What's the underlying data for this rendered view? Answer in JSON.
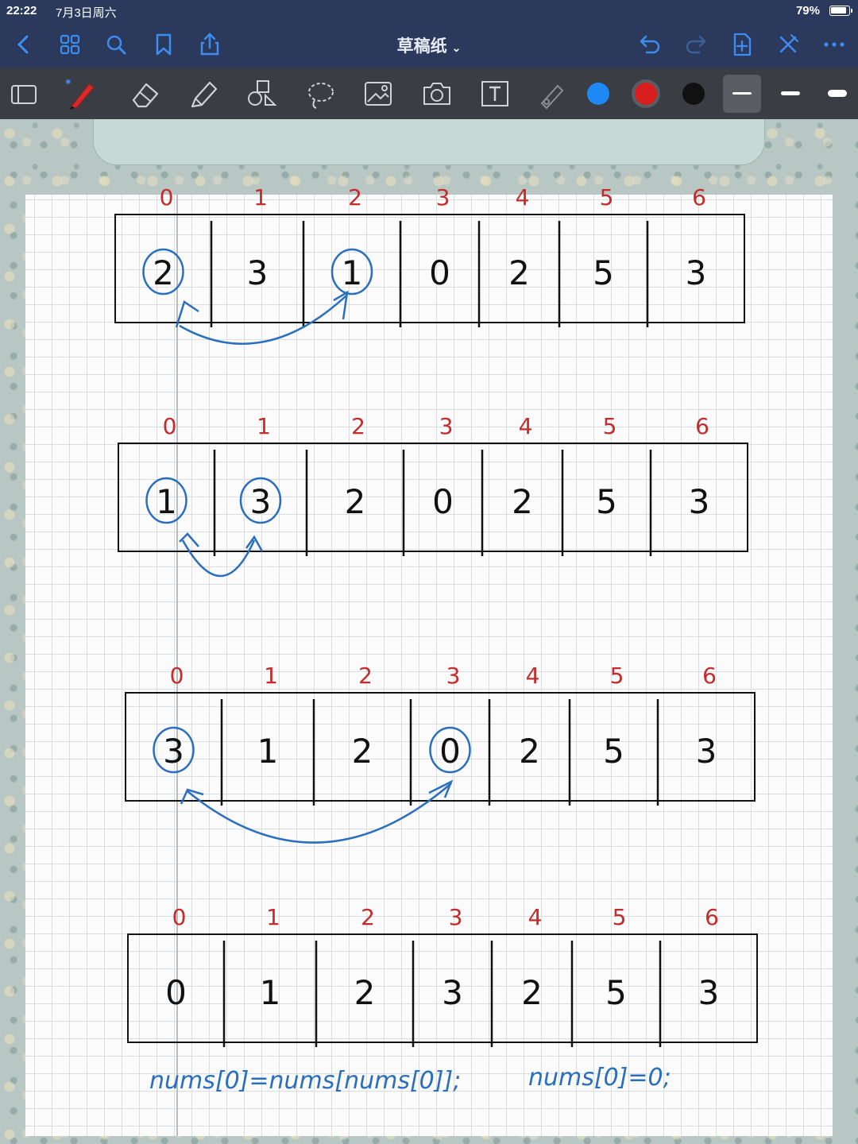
{
  "status": {
    "time": "22:22",
    "date": "7月3日周六",
    "battery": "79%"
  },
  "nav": {
    "title": "草稿纸",
    "title_chevron": "⌄"
  },
  "toolbar": {
    "colors": [
      "#1e88f5",
      "#d91e1e",
      "#111111"
    ]
  },
  "diagram": {
    "indices": [
      "0",
      "1",
      "2",
      "3",
      "4",
      "5",
      "6"
    ],
    "rows": [
      {
        "values": [
          "2",
          "3",
          "1",
          "0",
          "2",
          "5",
          "3"
        ],
        "circled": [
          0,
          2
        ]
      },
      {
        "values": [
          "1",
          "3",
          "2",
          "0",
          "2",
          "5",
          "3"
        ],
        "circled": [
          0,
          1
        ]
      },
      {
        "values": [
          "3",
          "1",
          "2",
          "0",
          "2",
          "5",
          "3"
        ],
        "circled": [
          0,
          3
        ]
      },
      {
        "values": [
          "0",
          "1",
          "2",
          "3",
          "2",
          "5",
          "3"
        ],
        "circled": []
      }
    ],
    "code_line_1": "nums[0]=nums[nums[0]];",
    "code_line_2": "nums[0]=0;"
  }
}
